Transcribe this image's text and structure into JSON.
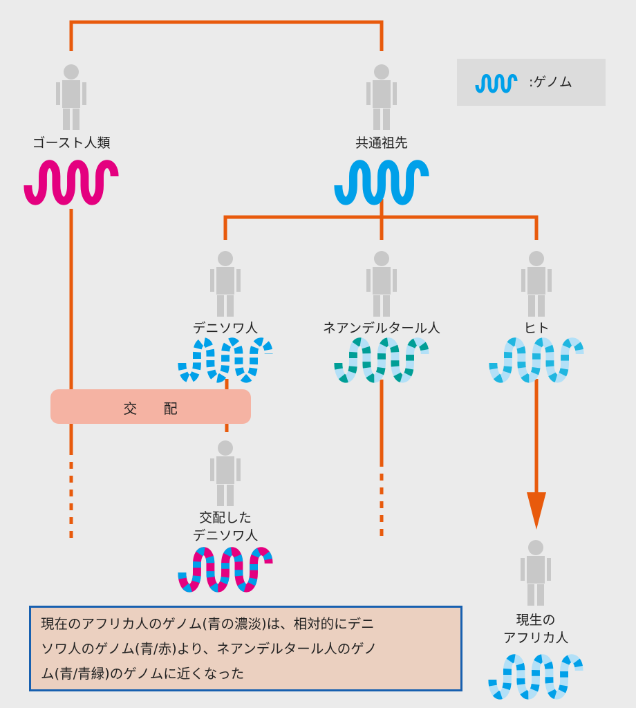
{
  "legend": {
    "icon": "genome-wave-icon",
    "text": ":ゲノム"
  },
  "nodes": {
    "ghost": {
      "label": "ゴースト人類"
    },
    "ancestor": {
      "label": "共通祖先"
    },
    "denisovan": {
      "label": "デニソワ人"
    },
    "neanderthal": {
      "label": "ネアンデルタール人"
    },
    "human": {
      "label": "ヒト"
    },
    "admixed_denisovan": {
      "label_line1": "交配した",
      "label_line2": "デニソワ人"
    },
    "modern_african": {
      "label_line1": "現生の",
      "label_line2": "アフリカ人"
    }
  },
  "mating": {
    "label": "交 配"
  },
  "note": {
    "text": "現在のアフリカ人のゲノム(青の濃淡)は、相対的にデニ\nソワ人のゲノム(青/赤)より、ネアンデルタール人のゲノ\nム(青/青緑)のゲノムに近くなった"
  },
  "colors": {
    "line": "#e85a0c",
    "figure": "#c8c8c8",
    "magenta": "#e4007f",
    "blue": "#00a0e9",
    "light_blue": "#b3e0f7",
    "teal": "#009e96",
    "mid_blue": "#1fb6e0"
  }
}
